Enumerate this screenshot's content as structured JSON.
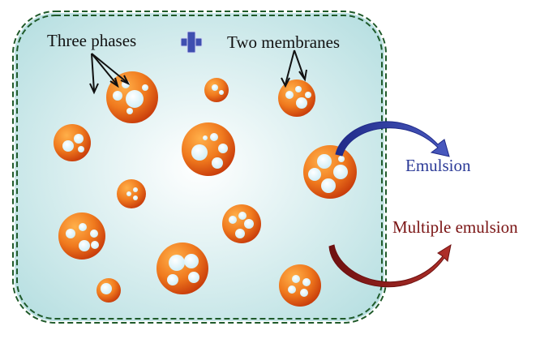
{
  "labels": {
    "three_phases": "Three phases",
    "two_membranes": "Two membranes",
    "emulsion": "Emulsion",
    "multiple_emulsion": "Multiple emulsion"
  },
  "colors": {
    "container_fill_center": "#ffffff",
    "container_fill_edge": "#b9e0e2",
    "container_border": "#1f5a2a",
    "droplet_core": "#ffb04a",
    "droplet_mid": "#f07a1e",
    "droplet_edge": "#c73a0a",
    "inner_droplet": "#d8f3fb",
    "plus_sign": "#3f4fb0",
    "emulsion_arrow": "#2e3a9c",
    "emulsion_text": "#2b3a97",
    "multiple_arrow": "#8e1a18",
    "multiple_text": "#7a1414"
  },
  "icons": {
    "combine": "plus-icon",
    "emulsion_path": "curved-arrow-icon",
    "multiple_path": "curved-arrow-icon"
  }
}
